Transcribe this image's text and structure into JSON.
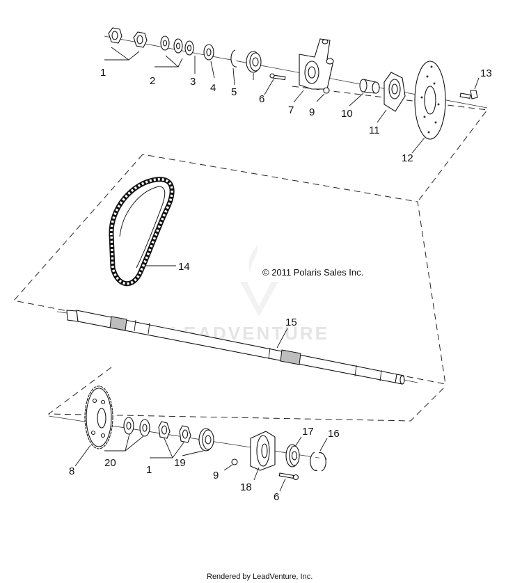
{
  "copyright": "© 2011 Polaris Sales Inc.",
  "watermark": "LEADVENTURE",
  "footer": "Rendered by LeadVenture, Inc.",
  "callouts": {
    "c1_top": "1",
    "c2": "2",
    "c3": "3",
    "c4": "4",
    "c5": "5",
    "c6_top": "6",
    "c7": "7",
    "c9_top": "9",
    "c10": "10",
    "c11": "11",
    "c12": "12",
    "c13": "13",
    "c14": "14",
    "c15": "15",
    "c8": "8",
    "c20": "20",
    "c1_bottom": "1",
    "c19": "19",
    "c9_bottom": "9",
    "c18": "18",
    "c6_bottom": "6",
    "c17": "17",
    "c16": "16"
  }
}
